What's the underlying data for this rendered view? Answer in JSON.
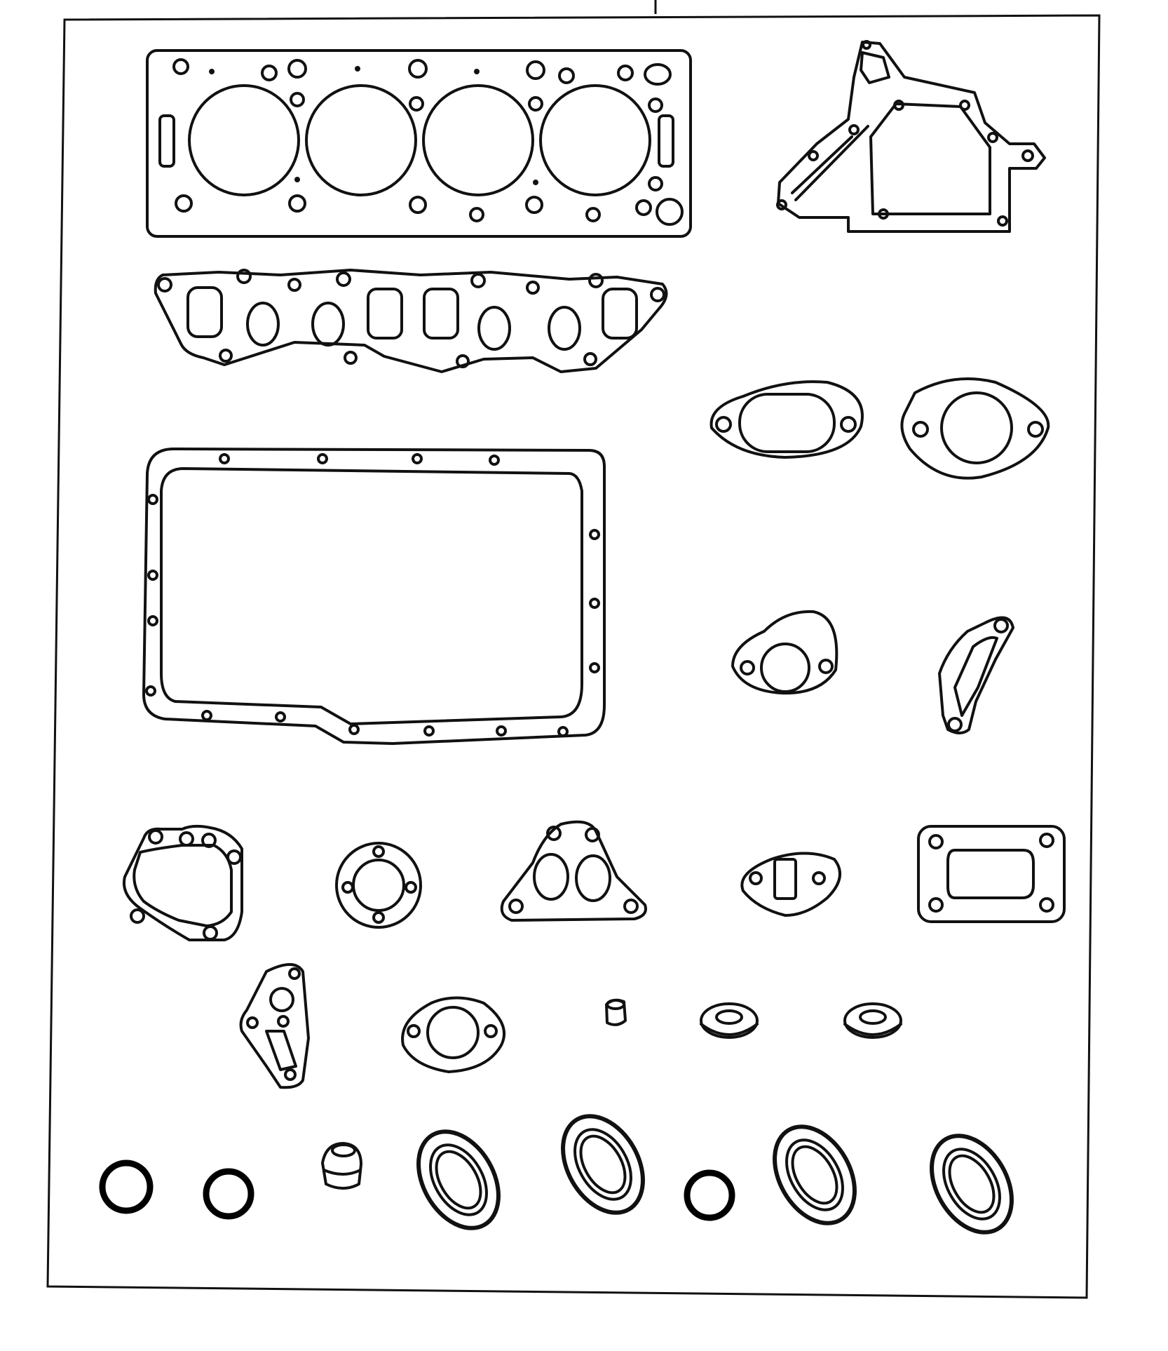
{
  "figure": {
    "kind": "engine gasket kit parts illustration",
    "line_color": "#111111",
    "background": "#ffffff",
    "parts": [
      "cylinder-head-gasket",
      "timing-cover-gasket",
      "manifold-gasket",
      "oil-pan-gasket",
      "two-bolt-oval-flange-gasket",
      "two-bolt-round-flange-gasket",
      "small-two-bolt-gasket",
      "bracket-gasket",
      "water-pump-gasket",
      "three-hole-ring-gasket",
      "thermostat-housing-gasket",
      "fuel-pump-gasket",
      "square-flange-gasket",
      "triangular-plate-gasket",
      "two-bolt-gasket-lower",
      "valve-stem-seal",
      "grommet-seals",
      "o-rings",
      "oil-seals"
    ]
  }
}
